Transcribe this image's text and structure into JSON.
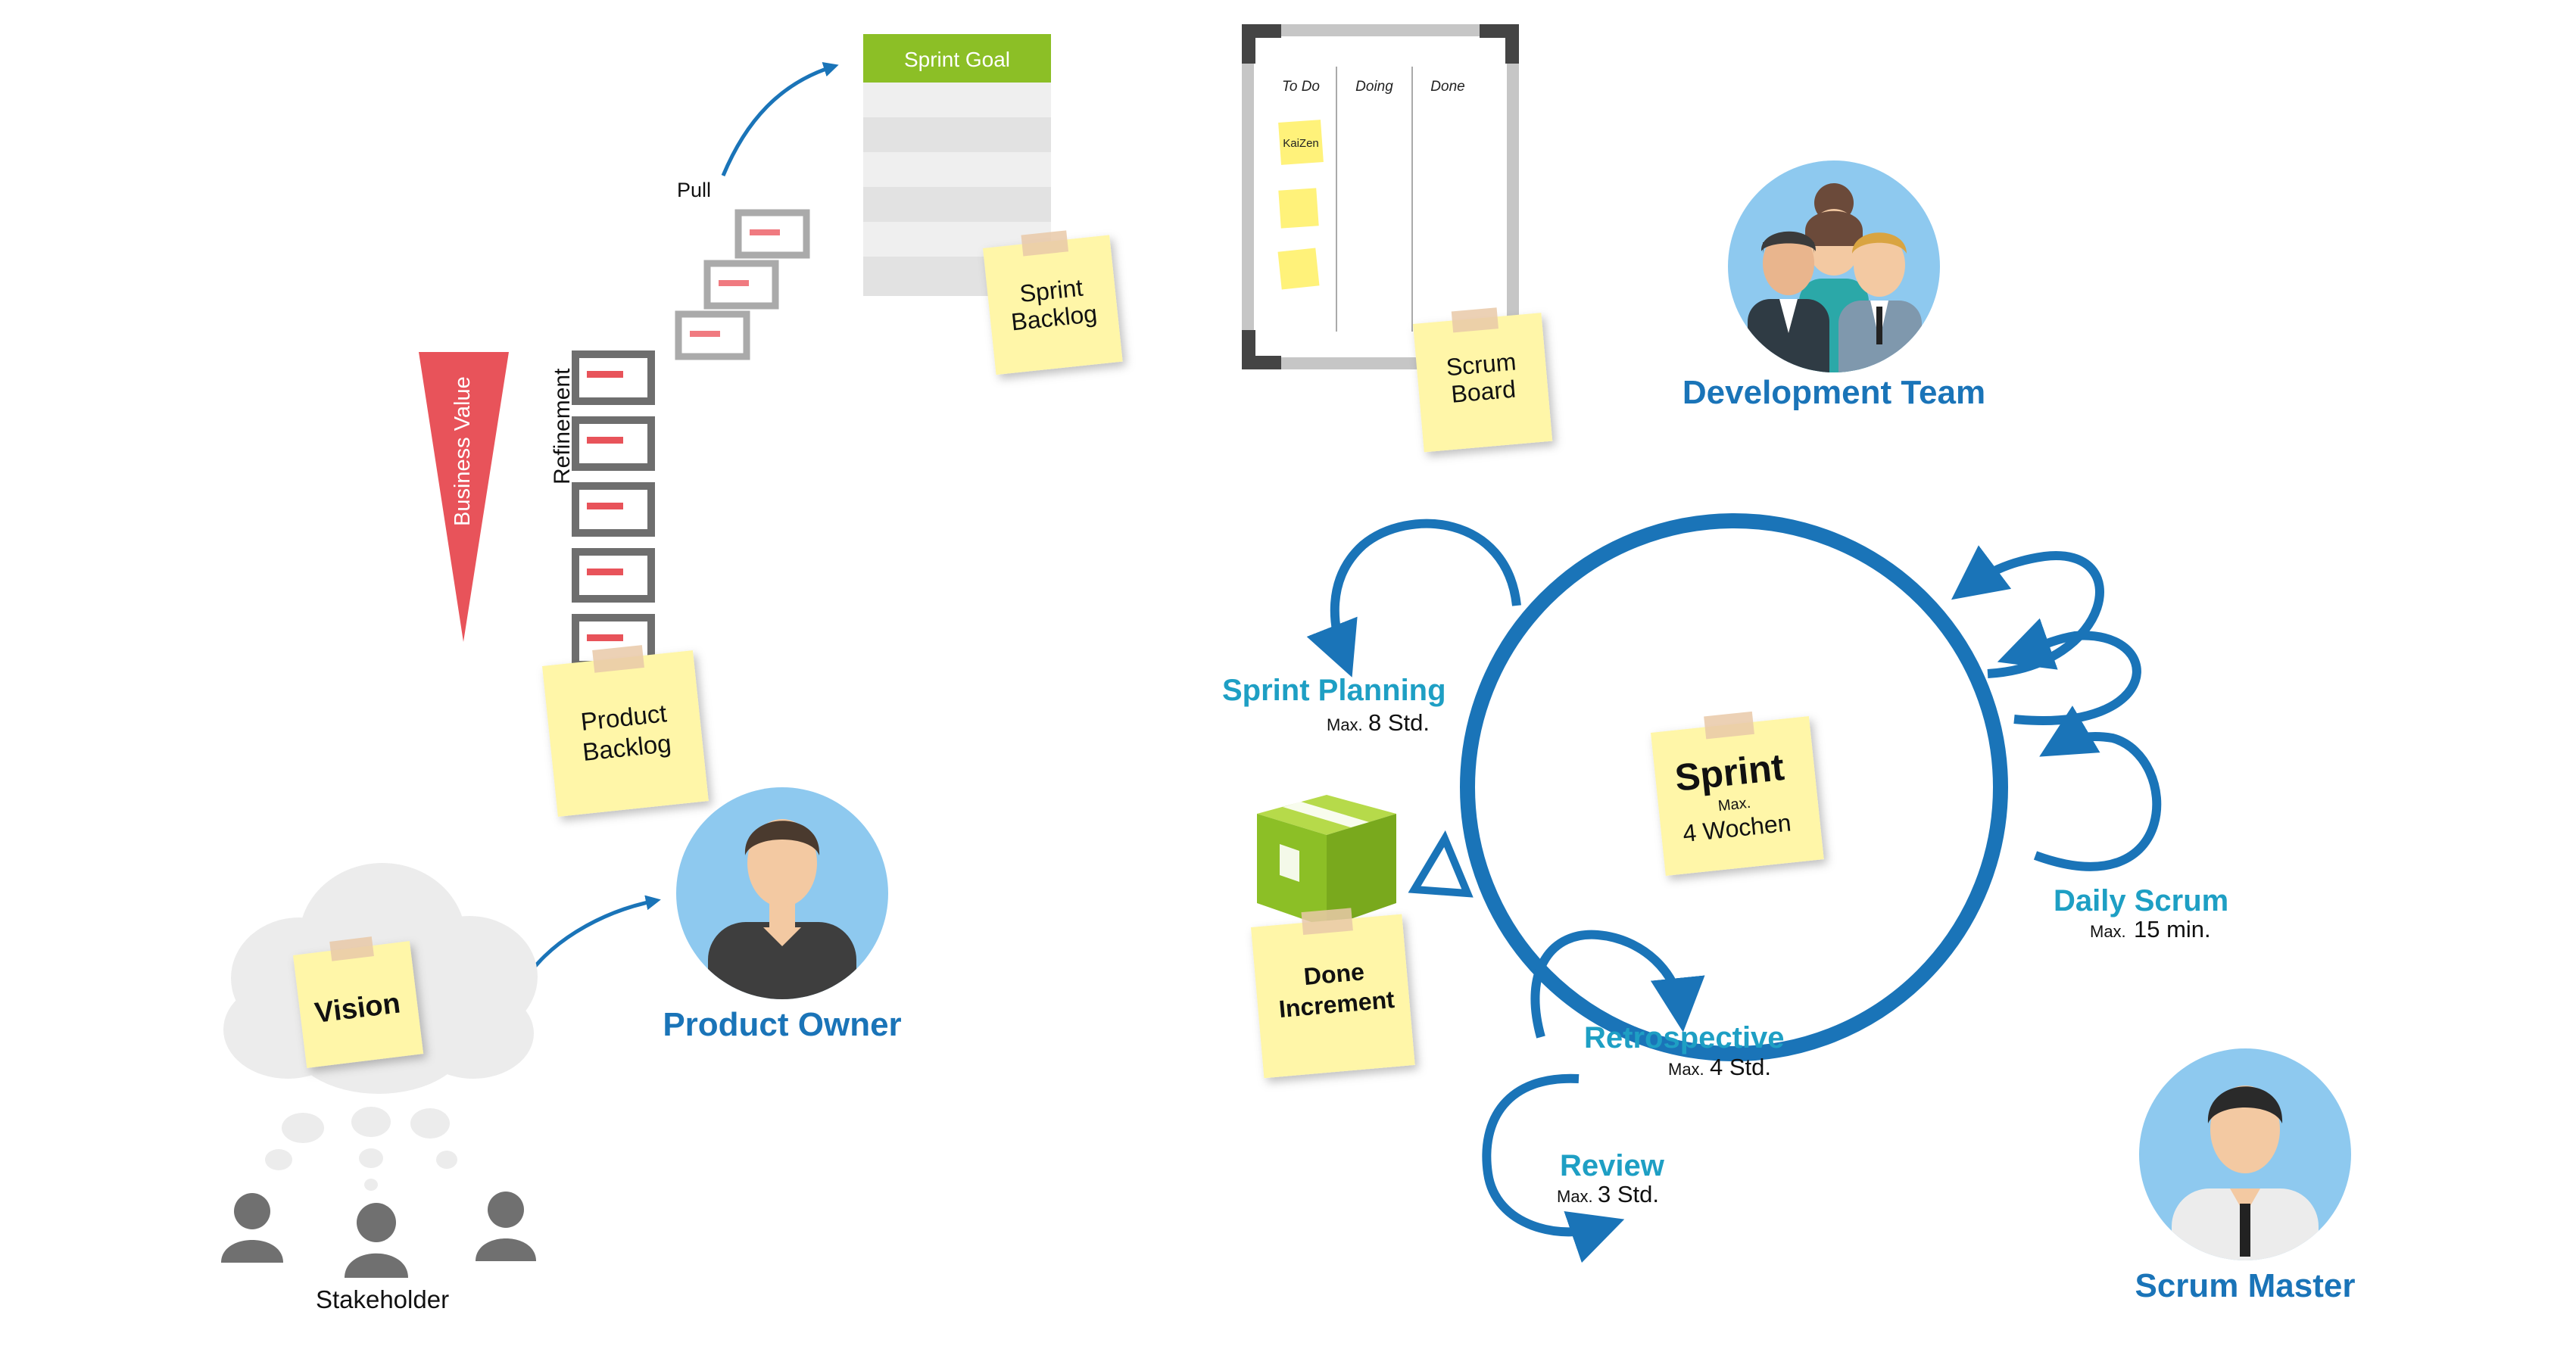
{
  "sprint_goal": "Sprint Goal",
  "pull": "Pull",
  "refinement": "Refinement",
  "business_value": "Business Value",
  "notes": {
    "sprint_backlog": [
      "Sprint",
      "Backlog"
    ],
    "product_backlog": [
      "Product",
      "Backlog"
    ],
    "scrum_board": [
      "Scrum",
      "Board"
    ],
    "vision": "Vision",
    "done_increment": [
      "Done",
      "Increment"
    ],
    "kaizen": "KaiZen",
    "sprint": {
      "title": "Sprint",
      "max": "Max.",
      "duration": "4 Wochen"
    }
  },
  "board": {
    "columns": [
      "To Do",
      "Doing",
      "Done"
    ]
  },
  "roles": {
    "development_team": "Development Team",
    "product_owner": "Product Owner",
    "scrum_master": "Scrum Master",
    "stakeholder": "Stakeholder"
  },
  "ceremonies": {
    "sprint_planning": {
      "label": "Sprint Planning",
      "max": "Max.",
      "duration": "8 Std."
    },
    "daily_scrum": {
      "label": "Daily Scrum",
      "max": "Max.",
      "duration": "15 min."
    },
    "retrospective": {
      "label": "Retrospective",
      "max": "Max.",
      "duration": "4 Std."
    },
    "review": {
      "label": "Review",
      "max": "Max.",
      "duration": "3 Std."
    }
  },
  "colors": {
    "accent_blue": "#1a74b8",
    "ceremony_cyan": "#1e9fc4",
    "sprint_goal_green": "#8cbf26",
    "business_value_red": "#e8535a",
    "note_yellow": "#fff6a8",
    "avatar_bg": "#8ec9ef"
  }
}
